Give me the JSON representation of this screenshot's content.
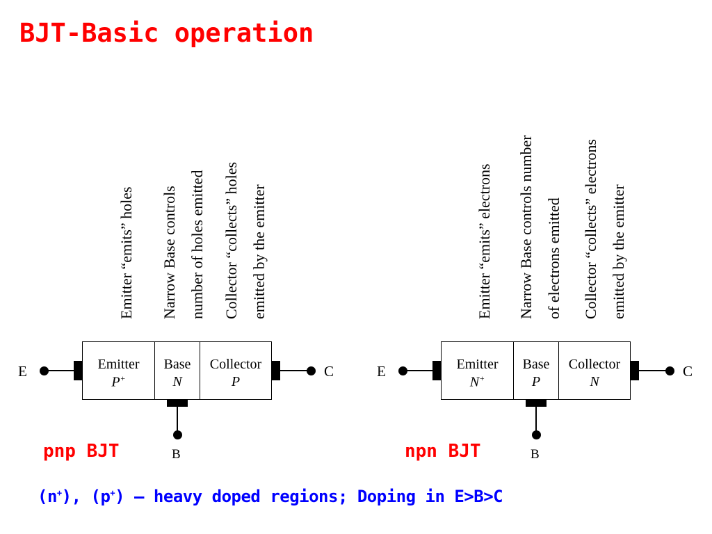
{
  "title": "BJT-Basic operation",
  "pnp": {
    "annotations": {
      "emitter": [
        "Emitter “emits” holes"
      ],
      "base": [
        "Narrow Base controls",
        "number of holes emitted"
      ],
      "collector": [
        "Collector “collects” holes",
        "emitted by the emitter"
      ]
    },
    "regions": {
      "emitter": {
        "name": "Emitter",
        "type": "P",
        "sup": "+"
      },
      "base": {
        "name": "Base",
        "type": "N",
        "sup": ""
      },
      "collector": {
        "name": "Collector",
        "type": "P",
        "sup": ""
      }
    },
    "terminals": {
      "emitter": "E",
      "base": "B",
      "collector": "C"
    },
    "label": "pnp BJT"
  },
  "npn": {
    "annotations": {
      "emitter": [
        "Emitter “emits” electrons"
      ],
      "base": [
        "Narrow Base controls number",
        "of electrons emitted"
      ],
      "collector": [
        "Collector “collects” electrons",
        "emitted by the emitter"
      ]
    },
    "regions": {
      "emitter": {
        "name": "Emitter",
        "type": "N",
        "sup": "+"
      },
      "base": {
        "name": "Base",
        "type": "P",
        "sup": ""
      },
      "collector": {
        "name": "Collector",
        "type": "N",
        "sup": ""
      }
    },
    "terminals": {
      "emitter": "E",
      "base": "B",
      "collector": "C"
    },
    "label": "npn BJT"
  },
  "footnote": {
    "part1": "(n",
    "sup1": "+",
    "part2": "), (p",
    "sup2": "+",
    "part3": ") – heavy doped regions; Doping in E>B>C"
  },
  "colors": {
    "title": "#ff0000",
    "labels": "#ff0000",
    "footnote": "#0000ff"
  }
}
